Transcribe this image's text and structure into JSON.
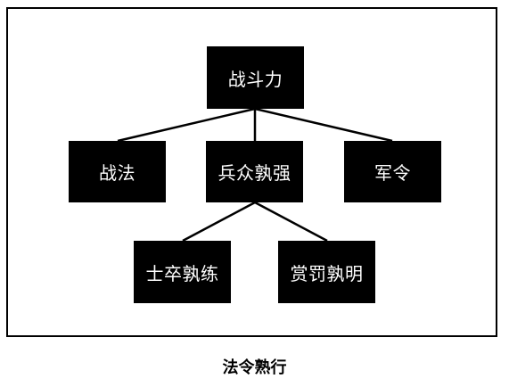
{
  "diagram": {
    "nodes": {
      "root": "战斗力",
      "tactics": "战法",
      "troops": "兵众孰强",
      "orders": "军令",
      "soldiers": "士卒孰练",
      "rewards": "赏罚孰明"
    },
    "caption": "法令熟行",
    "colors": {
      "node_fill": "#000000",
      "node_text": "#ffffff",
      "line": "#000000",
      "frame": "#000000"
    }
  }
}
